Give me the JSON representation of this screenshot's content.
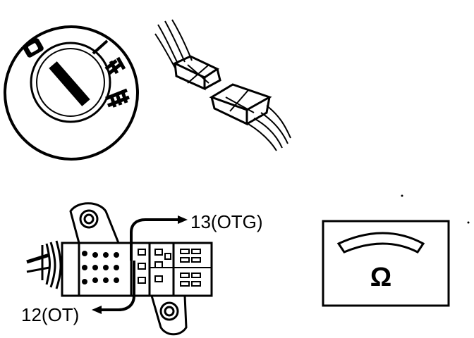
{
  "labels": {
    "pin_13": "13(OTG)",
    "pin_12": "12(OT)",
    "ohmmeter_symbol": "Ω"
  },
  "ignition_switch": {
    "positions": [
      "0",
      "I",
      "II",
      "III"
    ]
  },
  "colors": {
    "ink": "#000000",
    "paper": "#ffffff"
  },
  "icons": [
    "ignition-switch-icon",
    "disconnected-connector-icon",
    "ignition-connector-icon",
    "ohmmeter-icon"
  ]
}
